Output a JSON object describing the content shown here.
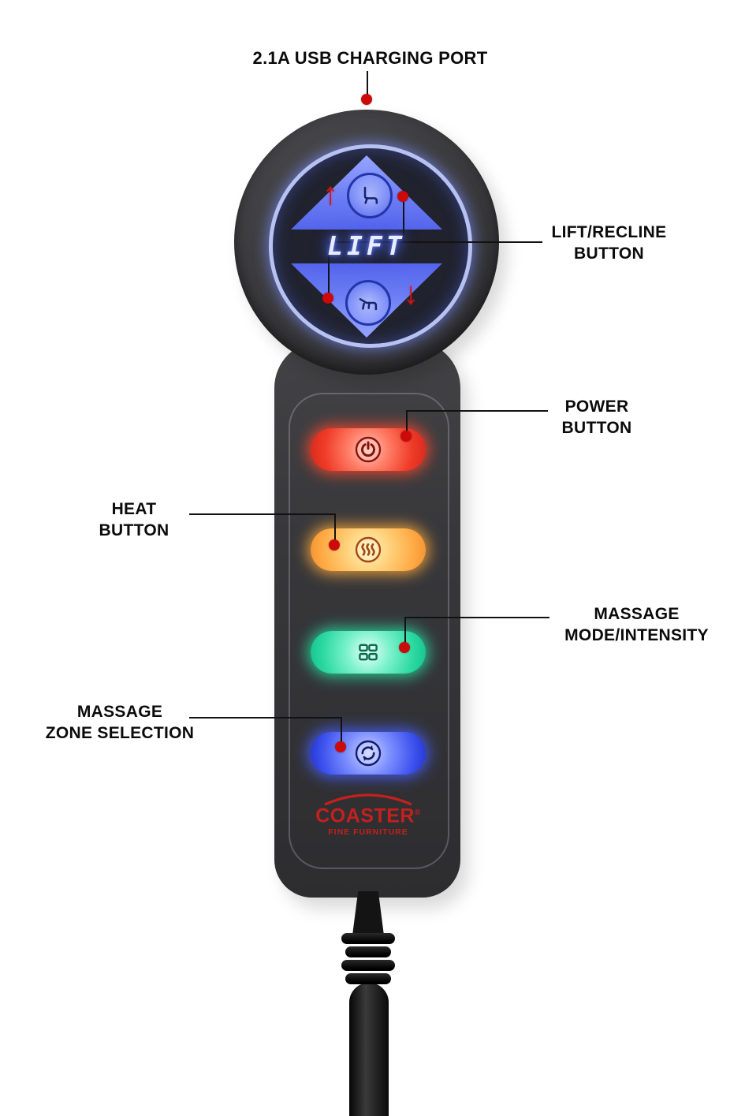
{
  "annotations": {
    "usb_port": {
      "label": "2.1A USB CHARGING PORT"
    },
    "lift_recline": {
      "line1": "LIFT/RECLINE",
      "line2": "BUTTON"
    },
    "power": {
      "line1": "POWER",
      "line2": "BUTTON"
    },
    "heat": {
      "line1": "HEAT",
      "line2": "BUTTON"
    },
    "massage_mode": {
      "line1": "MASSAGE",
      "line2": "MODE/INTENSITY"
    },
    "massage_zone": {
      "line1": "MASSAGE",
      "line2": "ZONE SELECTION"
    }
  },
  "remote": {
    "lift_label": "LIFT",
    "up_arrow": "↑",
    "down_arrow": "↓",
    "brand": {
      "name": "COASTER",
      "registered": "®",
      "tagline": "FINE FURNITURE"
    },
    "buttons": [
      {
        "id": "lift-up",
        "icon": "recliner-upright-icon"
      },
      {
        "id": "lift-down",
        "icon": "recliner-reclined-icon"
      },
      {
        "id": "power",
        "icon": "power-icon",
        "color": "#ef3b28"
      },
      {
        "id": "heat",
        "icon": "heat-waves-icon",
        "color": "#ffaa45"
      },
      {
        "id": "massage-mode",
        "icon": "massage-pads-icon",
        "color": "#2bd9a0"
      },
      {
        "id": "massage-zone",
        "icon": "zone-cycle-icon",
        "color": "#3d52ee"
      }
    ]
  },
  "colors": {
    "background": "#ffffff",
    "callout_line": "#121212",
    "callout_dot": "#cc0a0a",
    "remote_body": "#38383b",
    "lift_glow_ring": "#b7c2f3",
    "lift_triangle": "#6a7bf4",
    "arrow_red": "#d01414",
    "brand_red": "#c4201e"
  }
}
